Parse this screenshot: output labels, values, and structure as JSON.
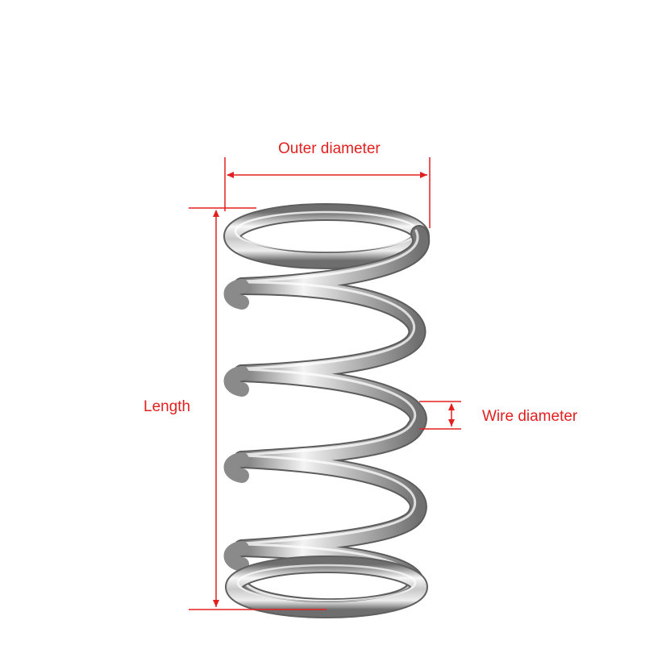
{
  "labels": {
    "outer_diameter": "Outer diameter",
    "length": "Length",
    "wire_diameter": "Wire diameter"
  },
  "colors": {
    "dimension": "#e32020",
    "spring_highlight": "#f7f7f7",
    "spring_mid": "#b9b9b9",
    "spring_shadow": "#6e6e6e",
    "background": "#ffffff"
  },
  "subject": {
    "icon": "compression-spring-icon"
  }
}
